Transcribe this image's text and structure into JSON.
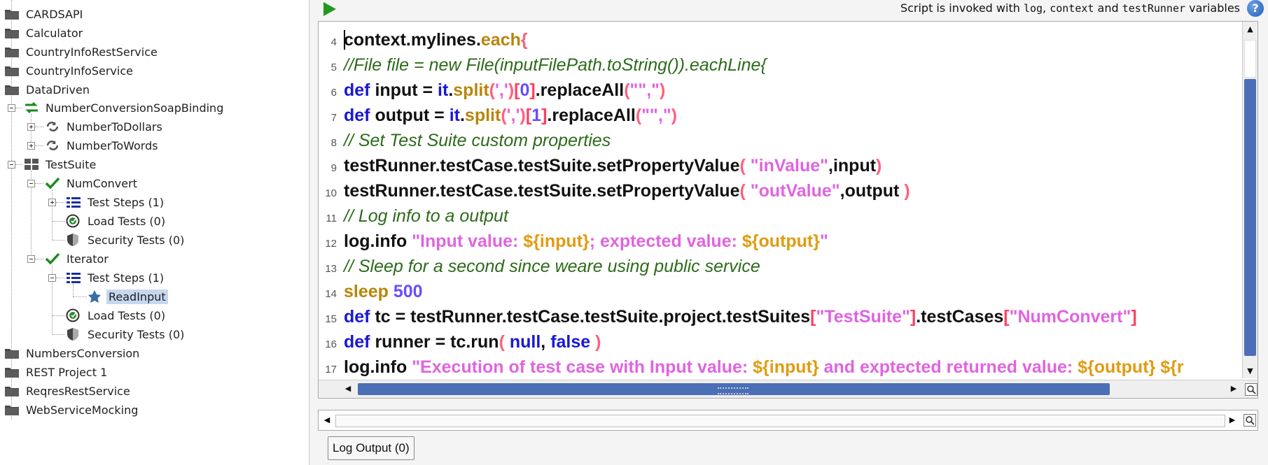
{
  "tree": {
    "projects": [
      {
        "label": "CARDSAPI"
      },
      {
        "label": "Calculator"
      },
      {
        "label": "CountryInfoRestService"
      },
      {
        "label": "CountryInfoService"
      },
      {
        "label": "DataDriven"
      }
    ],
    "binding": {
      "label": "NumberConversionSoapBinding"
    },
    "operations": [
      {
        "label": "NumberToDollars"
      },
      {
        "label": "NumberToWords"
      }
    ],
    "suite": {
      "label": "TestSuite"
    },
    "numconvert": {
      "label": "NumConvert",
      "steps": "Test Steps (1)",
      "load": "Load Tests (0)",
      "security": "Security Tests (0)"
    },
    "iterator": {
      "label": "Iterator",
      "steps": "Test Steps (1)",
      "step_item": "ReadInput",
      "load": "Load Tests (0)",
      "security": "Security Tests (0)"
    },
    "more_projects": [
      {
        "label": "NumbersConversion"
      },
      {
        "label": "REST Project 1"
      },
      {
        "label": "ReqresRestService"
      },
      {
        "label": "WebServiceMocking"
      }
    ]
  },
  "toolbar": {
    "note_prefix": "Script is invoked with ",
    "var1": "log",
    "sep1": ", ",
    "var2": "context",
    "sep2": " and ",
    "var3": "testRunner",
    "note_suffix": " variables",
    "help_label": "?"
  },
  "editor": {
    "lines": [
      {
        "n": "4",
        "tokens": [
          {
            "t": "context.mylines.",
            "c": "id"
          },
          {
            "t": "each",
            "c": "meth"
          },
          {
            "t": "{",
            "c": "paren"
          }
        ]
      },
      {
        "n": "5",
        "tokens": [
          {
            "t": "//File file = new File(inputFilePath.toString()).eachLine{",
            "c": "com"
          }
        ]
      },
      {
        "n": "6",
        "tokens": [
          {
            "t": "def ",
            "c": "kw"
          },
          {
            "t": "input = ",
            "c": "id"
          },
          {
            "t": "it",
            "c": "kw"
          },
          {
            "t": ".",
            "c": "id"
          },
          {
            "t": "split",
            "c": "meth"
          },
          {
            "t": "(",
            "c": "paren"
          },
          {
            "t": "','",
            "c": "str"
          },
          {
            "t": ")",
            "c": "paren"
          },
          {
            "t": "[",
            "c": "brk"
          },
          {
            "t": "0",
            "c": "num"
          },
          {
            "t": "]",
            "c": "brk"
          },
          {
            "t": ".replaceAll",
            "c": "id"
          },
          {
            "t": "(",
            "c": "paren"
          },
          {
            "t": "\"\",\"",
            "c": "str"
          },
          {
            "t": ")",
            "c": "paren"
          }
        ]
      },
      {
        "n": "7",
        "tokens": [
          {
            "t": "def ",
            "c": "kw"
          },
          {
            "t": "output = ",
            "c": "id"
          },
          {
            "t": "it",
            "c": "kw"
          },
          {
            "t": ".",
            "c": "id"
          },
          {
            "t": "split",
            "c": "meth"
          },
          {
            "t": "(",
            "c": "paren"
          },
          {
            "t": "','",
            "c": "str"
          },
          {
            "t": ")",
            "c": "paren"
          },
          {
            "t": "[",
            "c": "brk"
          },
          {
            "t": "1",
            "c": "num"
          },
          {
            "t": "]",
            "c": "brk"
          },
          {
            "t": ".replaceAll",
            "c": "id"
          },
          {
            "t": "(",
            "c": "paren"
          },
          {
            "t": "\"\",\"",
            "c": "str"
          },
          {
            "t": ")",
            "c": "paren"
          }
        ]
      },
      {
        "n": "8",
        "tokens": [
          {
            "t": "// Set Test Suite custom properties",
            "c": "com"
          }
        ]
      },
      {
        "n": "9",
        "tokens": [
          {
            "t": "testRunner.testCase.testSuite.setPropertyValue",
            "c": "id"
          },
          {
            "t": "( ",
            "c": "paren"
          },
          {
            "t": "\"inValue\"",
            "c": "str"
          },
          {
            "t": ",input",
            "c": "id"
          },
          {
            "t": ")",
            "c": "paren"
          }
        ]
      },
      {
        "n": "10",
        "tokens": [
          {
            "t": "testRunner.testCase.testSuite.setPropertyValue",
            "c": "id"
          },
          {
            "t": "( ",
            "c": "paren"
          },
          {
            "t": "\"outValue\"",
            "c": "str"
          },
          {
            "t": ",output ",
            "c": "id"
          },
          {
            "t": ")",
            "c": "paren"
          }
        ]
      },
      {
        "n": "11",
        "tokens": [
          {
            "t": "// Log info to a output",
            "c": "com"
          }
        ]
      },
      {
        "n": "12",
        "tokens": [
          {
            "t": "log.info ",
            "c": "id"
          },
          {
            "t": "\"Input value: ",
            "c": "str"
          },
          {
            "t": "${input}",
            "c": "interp"
          },
          {
            "t": "; exptected value: ",
            "c": "str"
          },
          {
            "t": "${output}",
            "c": "interp"
          },
          {
            "t": "\"",
            "c": "str"
          }
        ]
      },
      {
        "n": "13",
        "tokens": [
          {
            "t": "// Sleep for a second since weare using public service",
            "c": "com"
          }
        ]
      },
      {
        "n": "14",
        "tokens": [
          {
            "t": "sleep ",
            "c": "meth"
          },
          {
            "t": "500",
            "c": "num"
          }
        ]
      },
      {
        "n": "15",
        "tokens": [
          {
            "t": "def ",
            "c": "kw"
          },
          {
            "t": "tc = testRunner.testCase.testSuite.project.testSuites",
            "c": "id"
          },
          {
            "t": "[",
            "c": "brk"
          },
          {
            "t": "\"TestSuite\"",
            "c": "str"
          },
          {
            "t": "]",
            "c": "brk"
          },
          {
            "t": ".testCases",
            "c": "id"
          },
          {
            "t": "[",
            "c": "brk"
          },
          {
            "t": "\"NumConvert\"",
            "c": "str"
          },
          {
            "t": "]",
            "c": "brk"
          }
        ]
      },
      {
        "n": "16",
        "tokens": [
          {
            "t": "def ",
            "c": "kw"
          },
          {
            "t": "runner = tc.run",
            "c": "id"
          },
          {
            "t": "( ",
            "c": "paren"
          },
          {
            "t": "null",
            "c": "kw"
          },
          {
            "t": ", ",
            "c": "id"
          },
          {
            "t": "false",
            "c": "kw"
          },
          {
            "t": " )",
            "c": "paren"
          }
        ]
      },
      {
        "n": "17",
        "tokens": [
          {
            "t": "log.info ",
            "c": "id"
          },
          {
            "t": "\"Execution of test case with Input value: ",
            "c": "str"
          },
          {
            "t": "${input}",
            "c": "interp"
          },
          {
            "t": " and exptected returned value: ",
            "c": "str"
          },
          {
            "t": "${output}",
            "c": "interp"
          },
          {
            "t": " ${r",
            "c": "interp"
          }
        ]
      }
    ]
  },
  "log_tab": {
    "label": "Log Output (0)"
  },
  "colors": {
    "keyword": "#1818d8",
    "string": "#e064e0",
    "comment": "#2c6b1a",
    "method": "#b8860b",
    "scroll_thumb": "#4a6fb6",
    "selection": "#c7d7f0"
  }
}
